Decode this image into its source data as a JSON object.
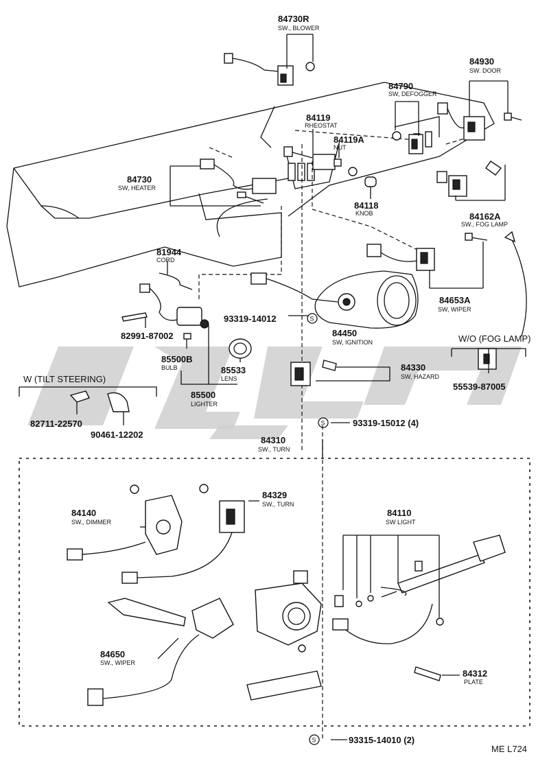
{
  "labels": [
    {
      "id": "84730R",
      "num": "84730R",
      "desc": "SW., BLOWER"
    },
    {
      "id": "84930",
      "num": "84930",
      "desc": "SW. DOOR"
    },
    {
      "id": "84790",
      "num": "84790",
      "desc": "SW, DEFOGGER"
    },
    {
      "id": "84119",
      "num": "84119",
      "desc": "RHEOSTAT"
    },
    {
      "id": "84119A",
      "num": "84119A",
      "desc": "NUT"
    },
    {
      "id": "84730",
      "num": "84730",
      "desc": "SW, HEATER"
    },
    {
      "id": "84118",
      "num": "84118",
      "desc": "KNOB"
    },
    {
      "id": "84162A",
      "num": "84162A",
      "desc": "SW., FOG LAMP"
    },
    {
      "id": "81944",
      "num": "81944",
      "desc": "CORD"
    },
    {
      "id": "84653A",
      "num": "84653A",
      "desc": "SW, WIPER"
    },
    {
      "id": "93319-14012",
      "num": "93319-14012",
      "desc": ""
    },
    {
      "id": "84450",
      "num": "84450",
      "desc": "SW, IGNITION"
    },
    {
      "id": "82991-87002",
      "num": "82991-87002",
      "desc": ""
    },
    {
      "id": "85500B",
      "num": "85500B",
      "desc": "BULB"
    },
    {
      "id": "85533",
      "num": "85533",
      "desc": "LENS"
    },
    {
      "id": "85500",
      "num": "85500",
      "desc": "LIGHTER"
    },
    {
      "id": "84330",
      "num": "84330",
      "desc": "SW, HAZARD"
    },
    {
      "id": "55539-87005",
      "num": "55539-87005",
      "desc": ""
    },
    {
      "id": "82711-22570",
      "num": "82711-22570",
      "desc": ""
    },
    {
      "id": "90461-12202",
      "num": "90461-12202",
      "desc": ""
    },
    {
      "id": "93319-15012",
      "num": "93319-15012 (4)",
      "desc": ""
    },
    {
      "id": "84310",
      "num": "84310",
      "desc": "SW., TURN"
    },
    {
      "id": "84329",
      "num": "84329",
      "desc": "SW., TURN"
    },
    {
      "id": "84140",
      "num": "84140",
      "desc": "SW., DIMMER"
    },
    {
      "id": "84110",
      "num": "84110",
      "desc": "SW  LIGHT"
    },
    {
      "id": "84650",
      "num": "84650",
      "desc": "SW., WIPER"
    },
    {
      "id": "84312",
      "num": "84312",
      "desc": "PLATE"
    },
    {
      "id": "93315-14010",
      "num": "93315-14010 (2)",
      "desc": ""
    }
  ],
  "groups": {
    "fog_lamp": "W/O (FOG LAMP)",
    "tilt_steering": "W (TILT STEERING)"
  },
  "symbols": {
    "screw_marker": "S"
  },
  "drawing_code": "ME L724"
}
